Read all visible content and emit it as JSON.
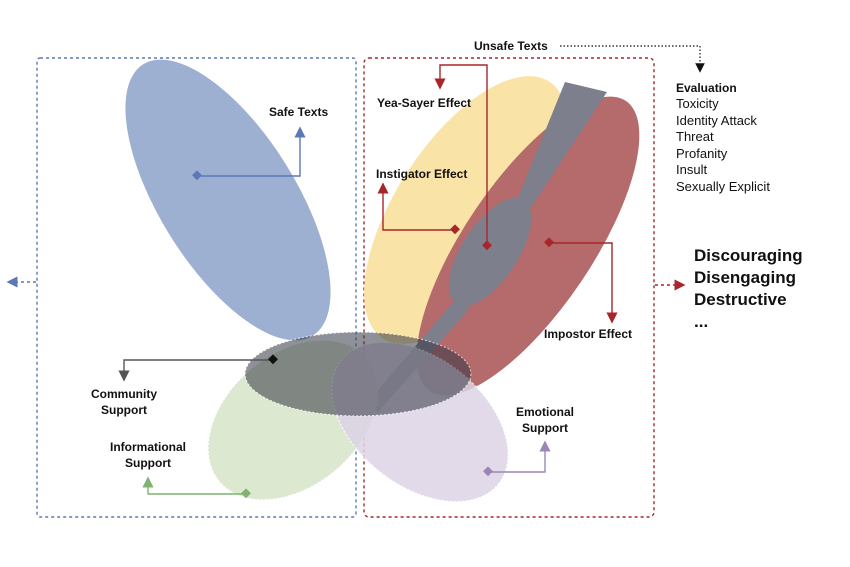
{
  "labels": {
    "unsafe_texts": "Unsafe Texts",
    "safe_texts": "Safe Texts",
    "yea_sayer": "Yea-Sayer Effect",
    "instigator": "Instigator Effect",
    "impostor": "Impostor Effect",
    "community_support": [
      "Community",
      "Support"
    ],
    "informational_support": [
      "Informational",
      "Support"
    ],
    "emotional_support": [
      "Emotional",
      "Support"
    ]
  },
  "evaluation": {
    "title": "Evaluation",
    "items": [
      "Toxicity",
      "Identity Attack",
      "Threat",
      "Profanity",
      "Insult",
      "Sexually Explicit"
    ]
  },
  "outcomes": [
    "Discouraging",
    "Disengaging",
    "Destructive",
    "..."
  ],
  "colors": {
    "safe_blue": "#9db0d2",
    "yellow": "#f9e3a6",
    "red": "#b56a6c",
    "grey": "#7e7f8c",
    "green": "#d9e6cc",
    "purple": "#ddd4e6",
    "dark_overlay": "#353845",
    "blue_line": "#5b79b4",
    "red_line": "#a8262b",
    "green_line": "#7fb36f",
    "purple_line": "#9b86b5",
    "grey_line": "#555555"
  }
}
